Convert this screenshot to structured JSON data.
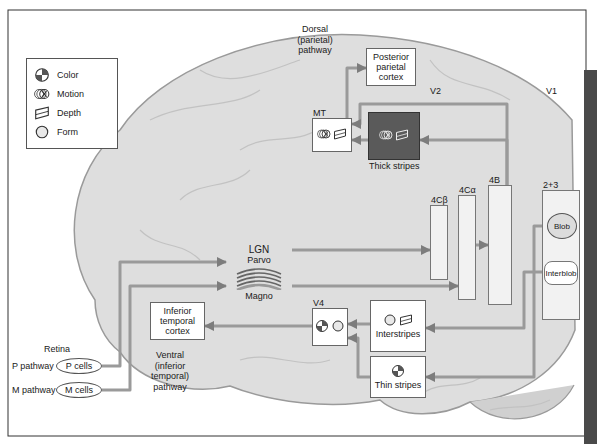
{
  "diagram": {
    "nodes": [
      {
        "text": [
          "Posterior parietal cortex"
        ]
      },
      {
        "text": [
          "MT"
        ]
      },
      {
        "text": [
          "Thick stripes"
        ]
      },
      {
        "text": [
          "4Cβ"
        ]
      },
      {
        "text": [
          "4Cα"
        ]
      },
      {
        "text": [
          "4B"
        ]
      },
      {
        "text": [
          "2+3"
        ]
      },
      {
        "text": [
          "Blob"
        ],
        "in": 6
      },
      {
        "text": [
          "Interblob"
        ],
        "in": 6
      },
      {
        "text": [
          "LGN",
          "Parvo",
          "Magno"
        ]
      },
      {
        "text": [
          "V4"
        ]
      },
      {
        "text": [
          "Interstripes"
        ]
      },
      {
        "text": [
          "Thin stripes"
        ]
      },
      {
        "text": [
          "Inferior temporal cortex"
        ]
      },
      {
        "text": [
          "P cells"
        ]
      },
      {
        "text": [
          "M cells"
        ]
      }
    ],
    "edges": [
      {
        "from": 14,
        "to": 9,
        "arrow": "to"
      },
      {
        "from": 15,
        "to": 9,
        "arrow": "to"
      },
      {
        "from": 9,
        "to": 3,
        "arrow": "to"
      },
      {
        "from": 9,
        "to": 4,
        "arrow": "to"
      },
      {
        "from": 4,
        "to": 5,
        "arrow": "to"
      },
      {
        "from": 5,
        "to": 2,
        "arrow": "to"
      },
      {
        "from": 5,
        "to": 1,
        "arrow": "to"
      },
      {
        "from": 2,
        "to": 1,
        "arrow": "to"
      },
      {
        "from": 1,
        "to": 0,
        "arrow": "to"
      },
      {
        "from": 7,
        "to": 12,
        "arrow": "to"
      },
      {
        "from": 8,
        "to": 11,
        "arrow": "to"
      },
      {
        "from": 11,
        "to": 10,
        "arrow": "to"
      },
      {
        "from": 12,
        "to": 10,
        "arrow": "to"
      },
      {
        "from": 10,
        "to": 13,
        "arrow": "to"
      }
    ],
    "labels": [
      "Dorsal (parietal) pathway",
      "V2",
      "V1",
      "Ventral (inferior temporal) pathway",
      "Retina",
      "P pathway",
      "M pathway"
    ],
    "legend": [
      {
        "text": "Color"
      },
      {
        "text": "Motion"
      },
      {
        "text": "Depth"
      },
      {
        "text": "Form"
      }
    ]
  }
}
